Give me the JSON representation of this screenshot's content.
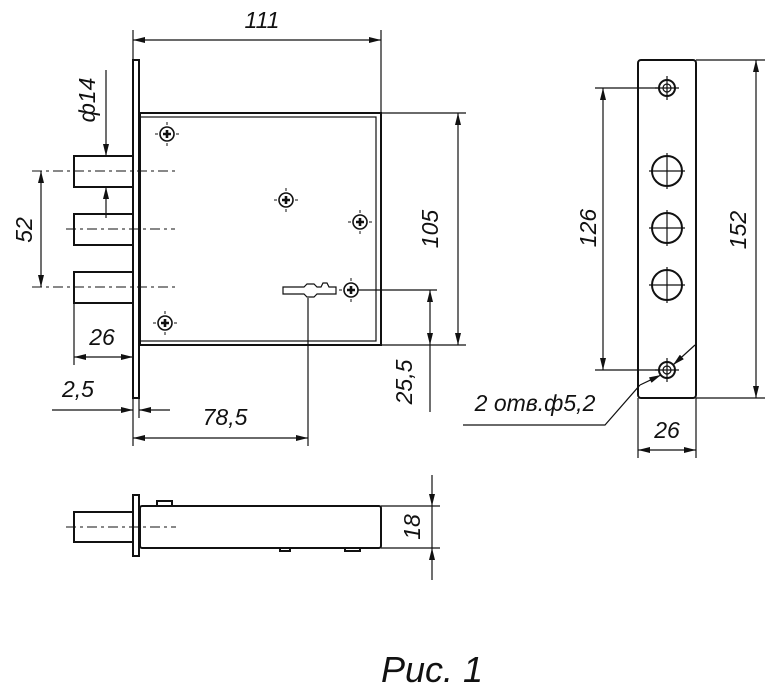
{
  "figure": {
    "caption": "Рис. 1",
    "front_view": {
      "dim_width": "111",
      "dim_bolt_diameter": "ф14",
      "dim_bolt_spacing": "52",
      "dim_bolt_projection": "26",
      "dim_faceplate": "2,5",
      "dim_backset": "78,5",
      "dim_body_height": "105",
      "dim_keyhole_offset": "25,5"
    },
    "strike_plate": {
      "dim_hole_spacing": "126",
      "dim_height": "152",
      "dim_width": "26",
      "holes_note": "2 отв.ф5,2"
    },
    "side_view": {
      "dim_thickness": "18"
    }
  }
}
